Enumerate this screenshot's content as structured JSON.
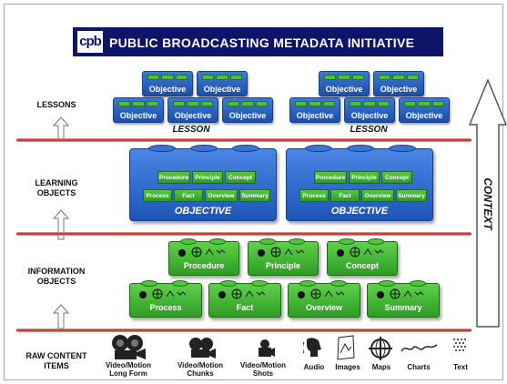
{
  "banner": {
    "logo": "cpb",
    "title": "PUBLIC BROADCASTING METADATA INITIATIVE"
  },
  "levels": {
    "lessons": "LESSONS",
    "learning_objects": "LEARNING OBJECTS",
    "information_objects": "INFORMATION OBJECTS",
    "raw_content": "RAW CONTENT ITEMS"
  },
  "lesson_groups": [
    {
      "caption": "LESSON",
      "objectives": [
        "Objective",
        "Objective",
        "Objective",
        "Objective",
        "Objective"
      ]
    },
    {
      "caption": "LESSON",
      "objectives": [
        "Objective",
        "Objective",
        "Objective",
        "Objective",
        "Objective"
      ]
    }
  ],
  "learning_objects": [
    {
      "caption": "OBJECTIVE",
      "chips_top": [
        "Procedure",
        "Principle",
        "Concept"
      ],
      "chips_bottom": [
        "Process",
        "Fact",
        "Overview",
        "Summary"
      ]
    },
    {
      "caption": "OBJECTIVE",
      "chips_top": [
        "Procedure",
        "Principle",
        "Concept"
      ],
      "chips_bottom": [
        "Process",
        "Fact",
        "Overview",
        "Summary"
      ]
    }
  ],
  "information_objects": {
    "top": [
      "Procedure",
      "Principle",
      "Concept"
    ],
    "bottom": [
      "Process",
      "Fact",
      "Overview",
      "Summary"
    ]
  },
  "raw_items": [
    {
      "label": "Video/Motion Long Form",
      "icon": "film-camera-icon"
    },
    {
      "label": "Video/Motion Chunks",
      "icon": "film-camera-icon"
    },
    {
      "label": "Video/Motion Shots",
      "icon": "camera-icon"
    },
    {
      "label": "Audio",
      "icon": "speaker-head-icon"
    },
    {
      "label": "Images",
      "icon": "image-icon"
    },
    {
      "label": "Maps",
      "icon": "globe-icon"
    },
    {
      "label": "Charts",
      "icon": "chart-icon"
    },
    {
      "label": "Text",
      "icon": "text-icon"
    }
  ],
  "context_label": "CONTEXT",
  "colors": {
    "banner": "#0e1468",
    "lesson_blue": "#1c4fa8",
    "info_green": "#2f9c25",
    "divider_red": "#b21f1f"
  }
}
